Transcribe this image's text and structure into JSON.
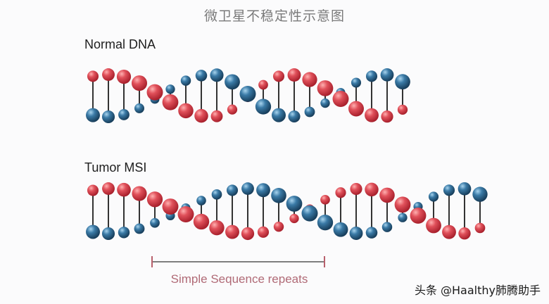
{
  "title": "微卫星不稳定性示意图",
  "normal_label": "Normal DNA",
  "tumor_label": "Tumor MSI",
  "bracket_label": "Simple Sequence repeats",
  "watermark": "头条 @Haalthy肺腾助手",
  "colors": {
    "red_strand": "#d9434f",
    "blue_strand": "#2f6890",
    "bracket": "#b8606c",
    "backbone": "#333333"
  }
}
